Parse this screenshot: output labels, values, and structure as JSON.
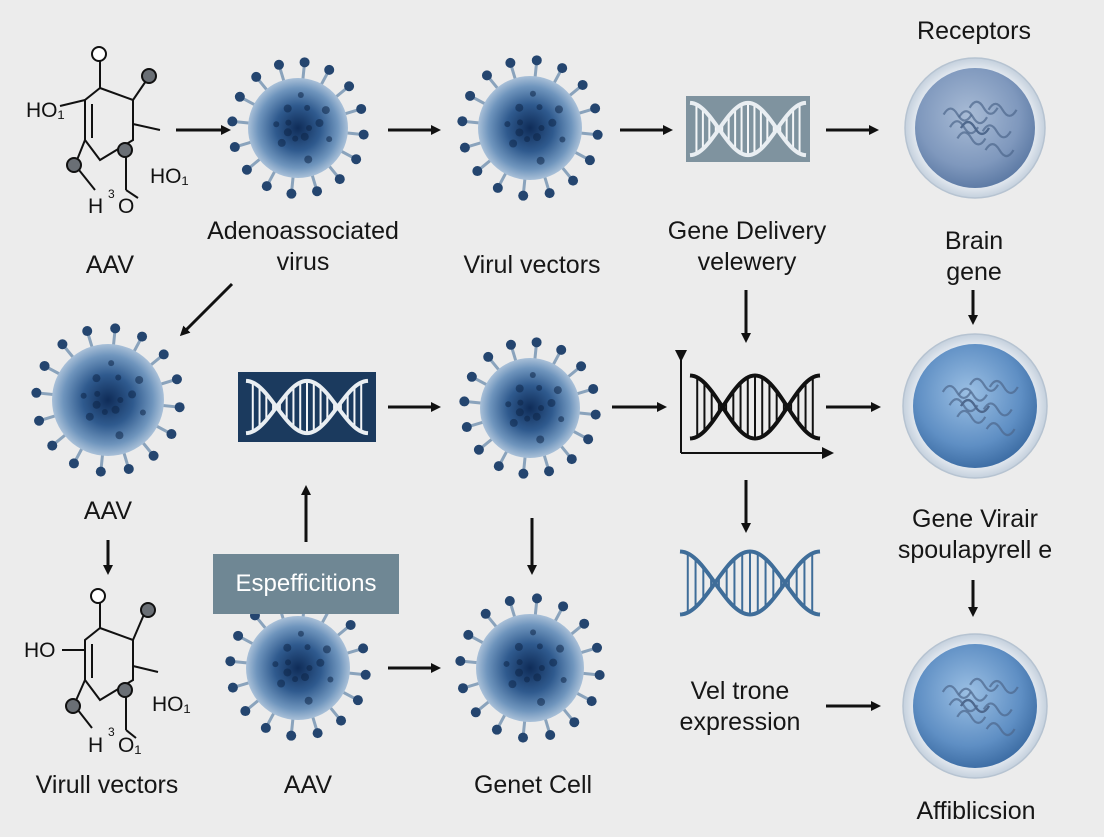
{
  "colors": {
    "background": "#ececec",
    "virus_core": "#17396a",
    "virus_mid": "#4f7aa6",
    "virus_edge": "#9cb6d0",
    "brain_light": "#8da7c7",
    "dna_dark": "#1b3a5e",
    "label_box": "#6f8794"
  },
  "molecule_texts": {
    "top_ho1": "HO₁",
    "top_ho2": "HO₁",
    "top_h": "H",
    "top_sup": "3",
    "top_o": "O",
    "bot_ho1": "HO",
    "bot_ho2": "HO₁",
    "bot_h": "H",
    "bot_sup": "3",
    "bot_o": "O₁"
  },
  "labels": {
    "aav_top": "AAV",
    "adeno_line1": "Adenoassociated",
    "adeno_line2": "virus",
    "virul_vectors": "Virul vectors",
    "gene_delivery_line1": "Gene Delivery",
    "gene_delivery_line2": "velewery",
    "receptors": "Receptors",
    "brain_line1": "Brain",
    "brain_line2": "gene",
    "aav_mid": "AAV",
    "gene_virair_line1": "Gene Virair",
    "gene_virair_line2": "spoulapyrell e",
    "especifications": "Espefficitions",
    "virull_vectors": "Virull vectors",
    "aav_bottom": "AAV",
    "genet_cell": "Genet Cell",
    "expression_line1": "Vel trone",
    "expression_line2": "expression",
    "affiblicsion": "Affiblicsion"
  }
}
